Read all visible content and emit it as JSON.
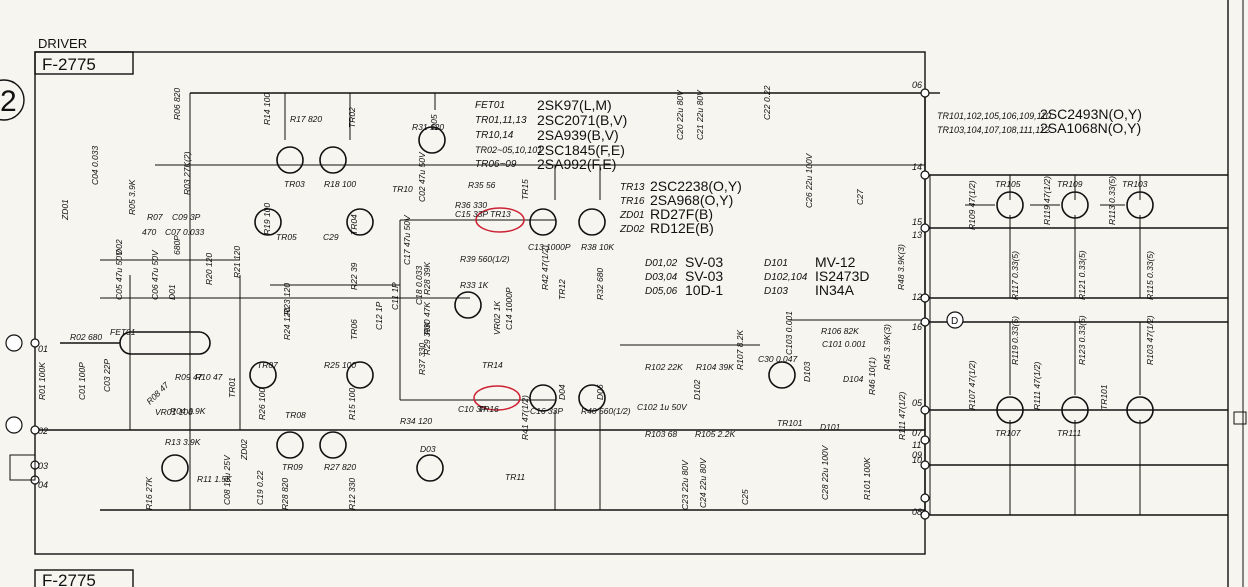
{
  "header": {
    "section": "DRIVER",
    "board": "F-2775",
    "board_bottom": "F-2775",
    "page_marker": "2"
  },
  "semis_top": {
    "rows": [
      {
        "ref": "FET01",
        "part": "2SK97(L,M)"
      },
      {
        "ref": "TR01,11,13",
        "part": "2SC2071(B,V)"
      },
      {
        "ref": "TR10,14",
        "part": "2SA939(B,V)"
      },
      {
        "ref": "TR02~05,10,101",
        "part": "2SC1845(F,E)"
      },
      {
        "ref": "TR06~09",
        "part": "2SA992(F,E)"
      }
    ]
  },
  "semis_mid": {
    "rows": [
      {
        "ref": "TR13",
        "part": "2SC2238(O,Y)"
      },
      {
        "ref": "TR16",
        "part": "2SA968(O,Y)"
      },
      {
        "ref": "ZD01",
        "part": "RD27F(B)"
      },
      {
        "ref": "ZD02",
        "part": "RD12E(B)"
      }
    ]
  },
  "diodes": {
    "left": [
      {
        "ref": "D01,02",
        "part": "SV-03"
      },
      {
        "ref": "D03,04",
        "part": "SV-03"
      },
      {
        "ref": "D05,06",
        "part": "10D-1"
      }
    ],
    "right": [
      {
        "ref": "D101",
        "part": "MV-12"
      },
      {
        "ref": "D102,104",
        "part": "IS2473D"
      },
      {
        "ref": "D103",
        "part": "IN34A"
      }
    ]
  },
  "output_semis": {
    "rows": [
      {
        "ref": "TR101,102,105,106,109,110",
        "part": "2SC2493N(O,Y)"
      },
      {
        "ref": "TR103,104,107,108,111,112",
        "part": "2SA1068N(O,Y)"
      }
    ]
  },
  "labels": [
    "FET01",
    "R02 680",
    "R01 100K",
    "C01 100P",
    "C03 22P",
    "R08 47",
    "R09 47",
    "R10 47",
    "VR01 100",
    "R04 3.9K",
    "R05 3.9K",
    "R03 27K(2)",
    "R06 820",
    "R14 100",
    "R17 820",
    "TR02",
    "TR03",
    "R18 100",
    "R19 100",
    "TR04",
    "TR05",
    "C29",
    "R07",
    "C09 3P",
    "TR10",
    "R31 120",
    "D05",
    "R35 56",
    "R36 330",
    "C15 33P",
    "TR13",
    "TR15",
    "C13 1000P",
    "R38 10K",
    "R39 560(1/2)",
    "R42 47(1/2)",
    "TR12",
    "R32 680",
    "R33 1K",
    "R30 47K",
    "R29 39K",
    "R28 39K",
    "C11 1P",
    "C12 1P",
    "C17 47u 50V",
    "C18 0.033",
    "VR02 1K",
    "C14 1000P",
    "R37 330",
    "TR14",
    "TR16",
    "C16 33P",
    "R40 560(1/2)",
    "R41 47(1/2)",
    "D04",
    "D06",
    "C10 3P",
    "TR11",
    "R34 120",
    "D03",
    "C02 47u 50V",
    "ZD01",
    "C04 0.033",
    "C05 47u 50V",
    "C06 47u 50V",
    "D01",
    "D02",
    "680P",
    "470",
    "C07 0.033",
    "R20 120",
    "R21 120",
    "R22 39",
    "R23 120",
    "R24 120",
    "TR06",
    "TR07",
    "R25 100",
    "R26 100",
    "R15 100",
    "TR08",
    "TR09",
    "R27 820",
    "R28 820",
    "R12 330",
    "TR01",
    "R13 3.9K",
    "R11 1.5K",
    "R16 27K",
    "ZD02",
    "C08 10u 25V",
    "C19 0.22",
    "C20 22u 80V",
    "C21 22u 80V",
    "C22 0.22",
    "C23 22u 80V",
    "C24 22u 80V",
    "C25",
    "C26 22u 100V",
    "C27",
    "C28 22u 100V",
    "R101 100K",
    "R102 22K",
    "R103 68",
    "R104 39K",
    "R105 2.2K",
    "R106 82K",
    "R107 8.2K",
    "C101 0.001",
    "C102 1u 50V",
    "C103 0.001",
    "D101",
    "D102",
    "D103",
    "D104",
    "TR101",
    "C30 0.047",
    "R46 10(1)",
    "R45 3.9K(3)",
    "R48 3.9K(3)",
    "R111 47(1/2)",
    "R109 47(1/2)",
    "R119 47(1/2)",
    "R113 0.33(5)",
    "R117 0.33(5)",
    "R121 0.33(5)",
    "R115 0.33(5)",
    "R119 0.33(5)",
    "R123 0.33(5)",
    "R103 47(1/2)",
    "R107 47(1/2)",
    "R111 47(1/2)",
    "TR101",
    "TR105",
    "TR109",
    "TR103",
    "TR107",
    "TR111"
  ],
  "terminals": [
    "01",
    "02",
    "03",
    "04",
    "05",
    "06",
    "07",
    "08",
    "09",
    "10",
    "11",
    "12",
    "13",
    "14",
    "15",
    "16"
  ],
  "probe": "D"
}
